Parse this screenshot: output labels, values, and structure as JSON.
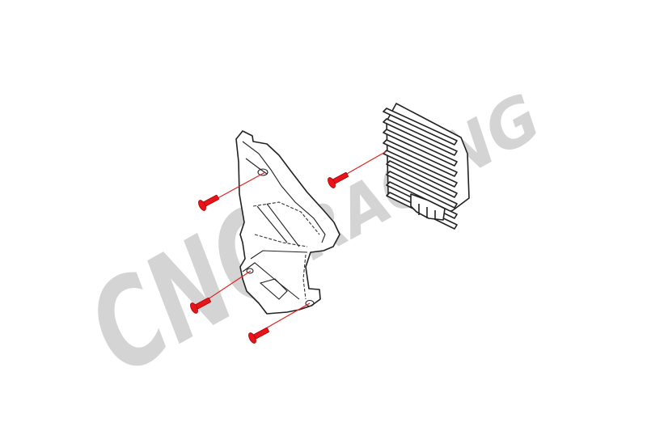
{
  "watermark": {
    "logo_text": "CNC RACING",
    "color": "#d4d4d4"
  },
  "parts": {
    "bracket": "regulator-cover-bracket",
    "regulator": "voltage-regulator-rectifier",
    "screws": 4,
    "screw_color": "#e8141b",
    "leader_line_color": "#e02020"
  }
}
